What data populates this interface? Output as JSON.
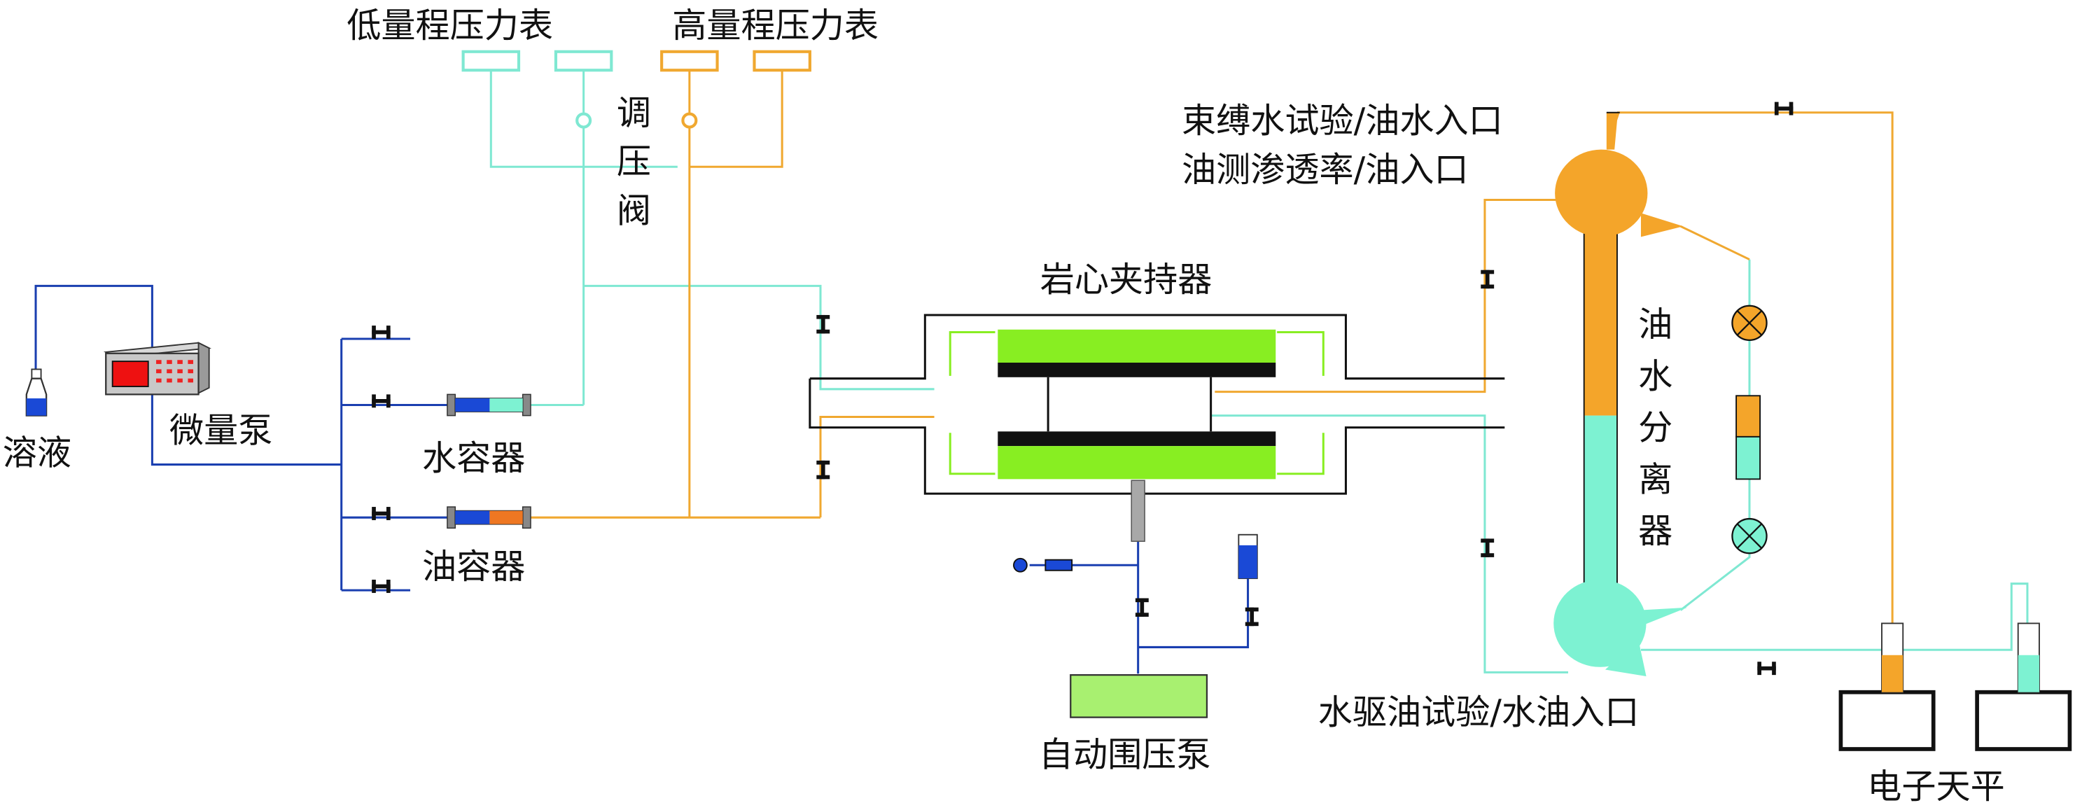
{
  "labels": {
    "low_gauge": "低量程压力表",
    "high_gauge": "高量程压力表",
    "regulator_1": "调",
    "regulator_2": "压",
    "regulator_3": "阀",
    "solution": "溶液",
    "micro_pump": "微量泵",
    "water_container": "水容器",
    "oil_container": "油容器",
    "core_holder": "岩心夹持器",
    "auto_pump": "自动围压泵",
    "bound_water_line1": "束缚水试验/油水入口",
    "bound_water_line2": "油测渗透率/油入口",
    "separator_1": "油",
    "separator_2": "水",
    "separator_3": "分",
    "separator_4": "离",
    "separator_5": "器",
    "water_flood": "水驱油试验/水油入口",
    "balance": "电子天平"
  },
  "colors": {
    "water_line": "#7fe8d2",
    "oil_line": "#f0a830",
    "feed_line": "#1a3fb0",
    "core_fill": "#88ee22",
    "pump_fill": "#a8f070",
    "orange_fluid": "#f4a52a",
    "water_fluid": "#7df2d2",
    "oil_piston": "#ee7722"
  },
  "icons": {
    "valve": "valve-icon",
    "indicator": "cross-circle-indicator-icon",
    "pressure_gauge": "pressure-gauge-icon"
  }
}
